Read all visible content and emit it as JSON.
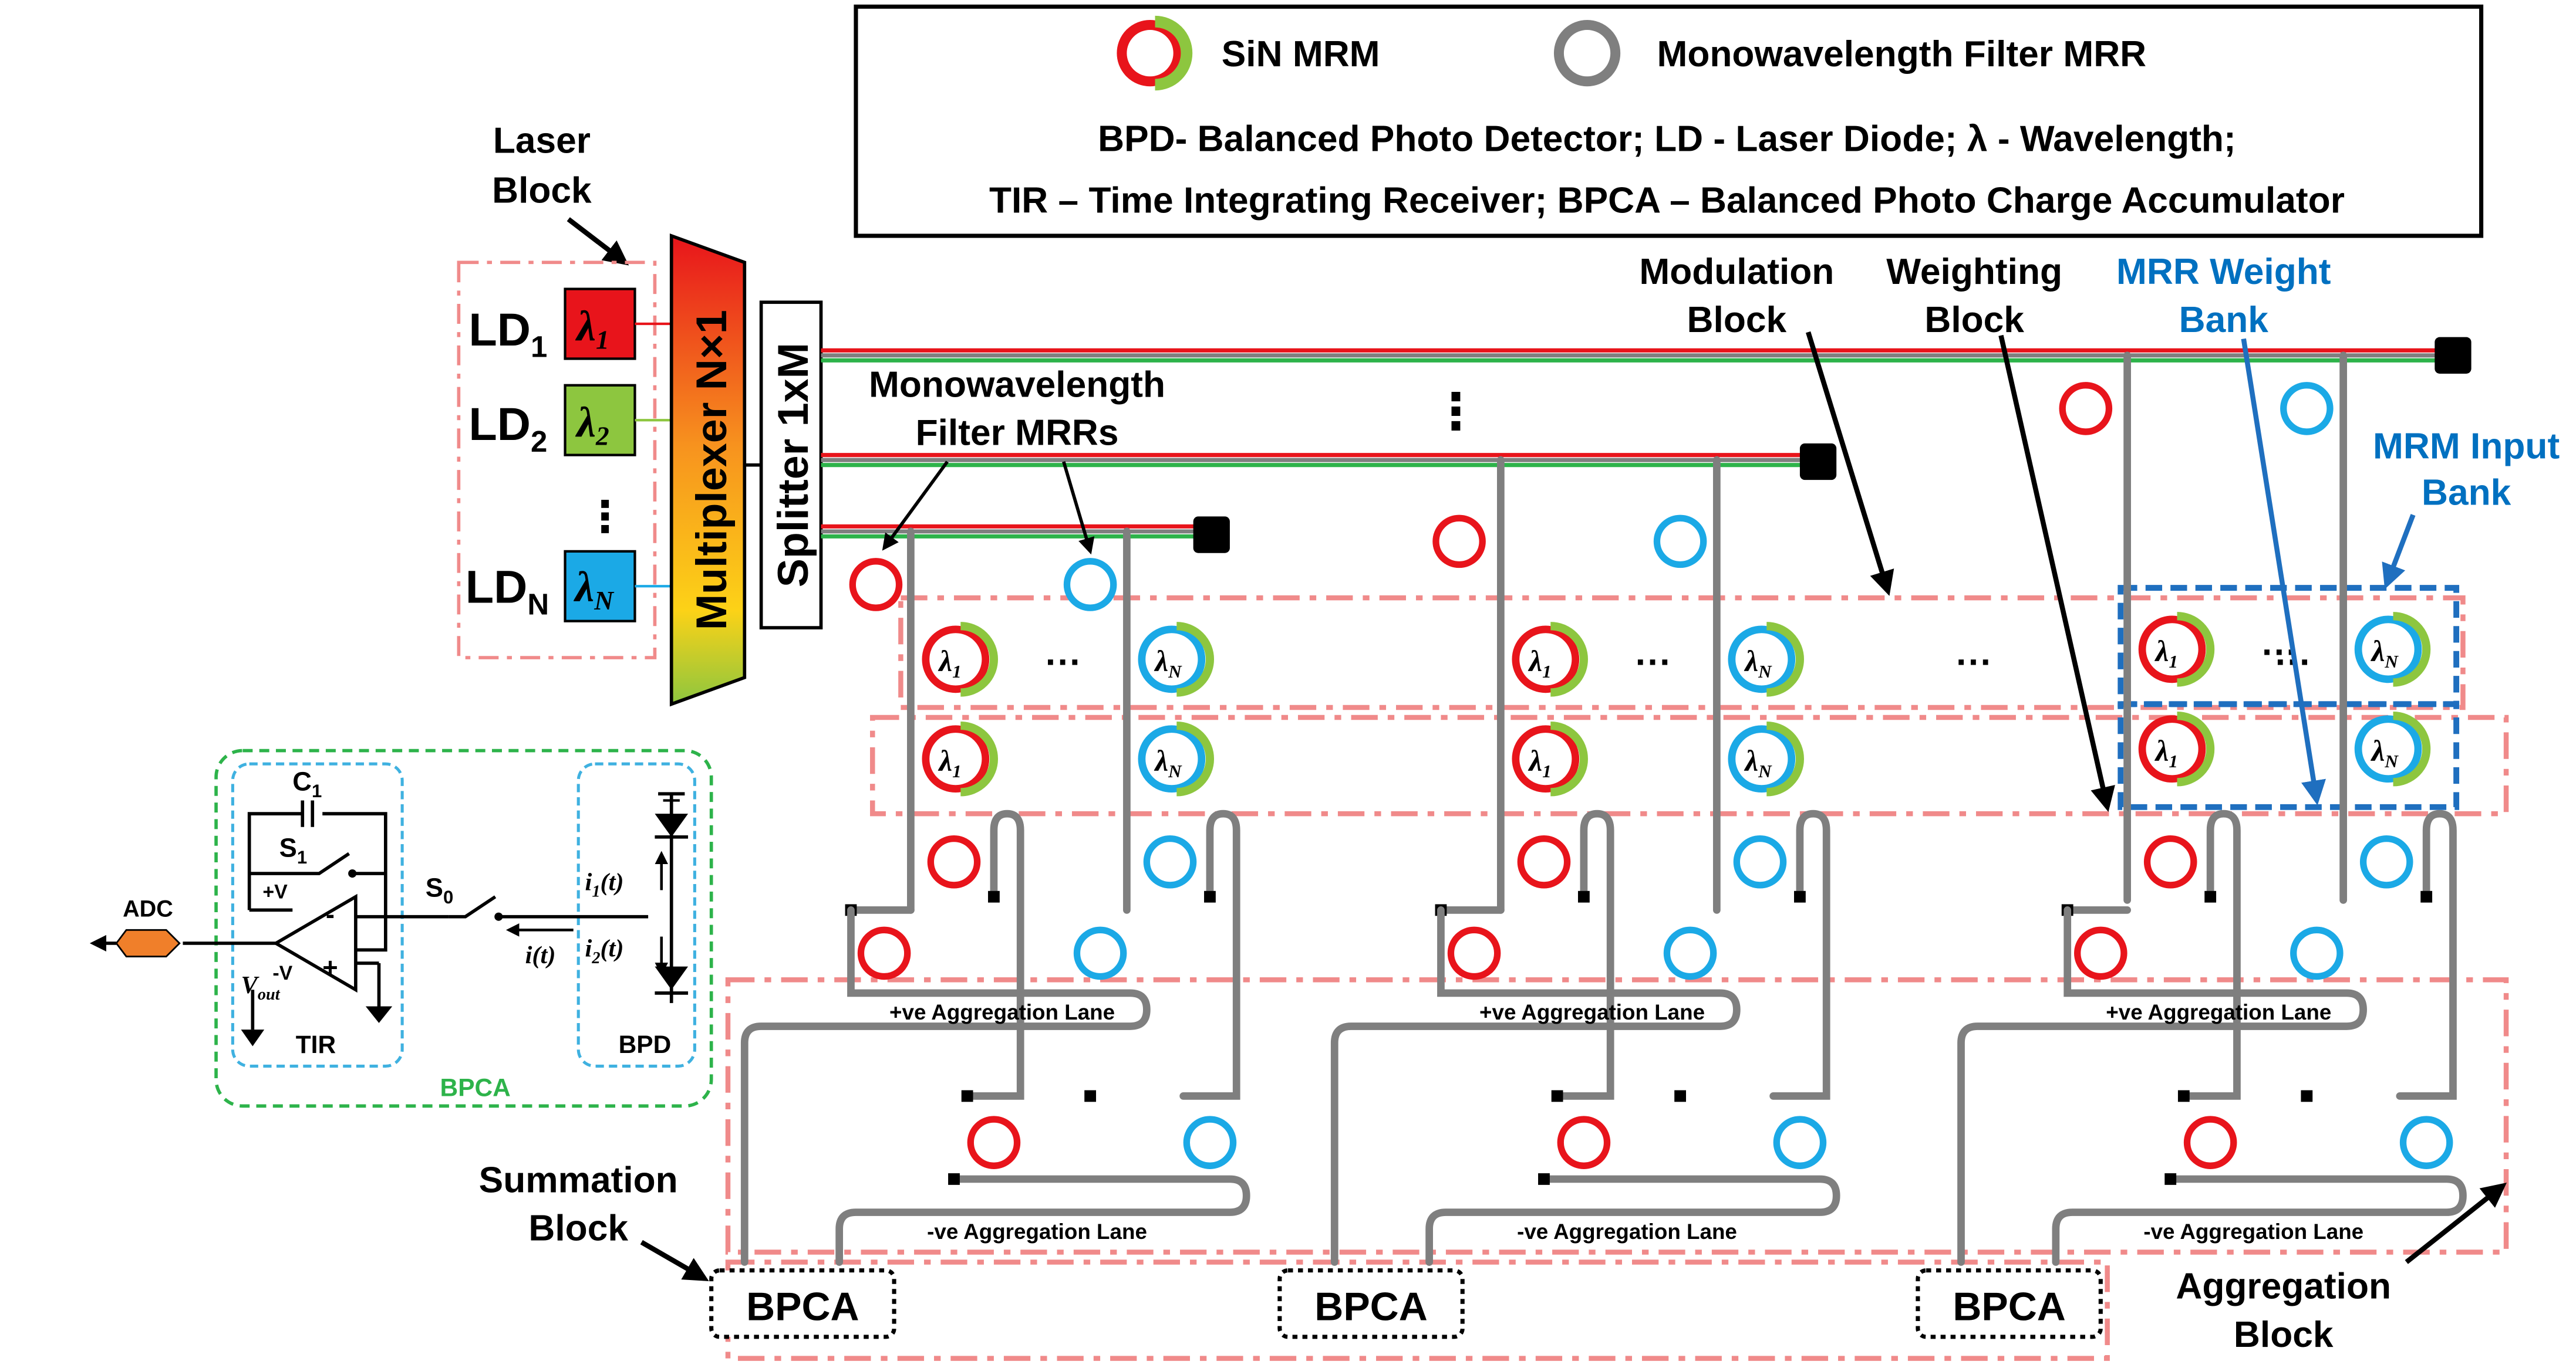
{
  "legend": {
    "mrm": "SiN MRM",
    "filter": "Monowavelength Filter MRR",
    "line1": "BPD- Balanced Photo Detector;  LD - Laser Diode; λ - Wavelength;",
    "line2": "TIR – Time Integrating Receiver; BPCA – Balanced Photo Charge Accumulator"
  },
  "laser": {
    "title_l1": "Laser",
    "title_l2": "Block",
    "ld": "LD",
    "sub1": "1",
    "sub2": "2",
    "subN": "N",
    "lambda": "λ",
    "dots": "⋮"
  },
  "mux": "Multiplexer N×1",
  "splitter": "Splitter 1xM",
  "labels": {
    "filters_l1": "Monowavelength",
    "filters_l2": "Filter MRRs",
    "mod_l1": "Modulation",
    "mod_l2": "Block",
    "weight_l1": "Weighting",
    "weight_l2": "Block",
    "mrrbank_l1": "MRR Weight",
    "mrrbank_l2": "Bank",
    "mrmbank_l1": "MRM Input",
    "mrmbank_l2": "Bank",
    "summation_l1": "Summation",
    "summation_l2": "Block",
    "aggregation_l1": "Aggregation",
    "aggregation_l2": "Block",
    "pos_lane": "+ve Aggregation Lane",
    "neg_lane": "-ve Aggregation Lane",
    "bpca": "BPCA",
    "hdots": "···",
    "vdots": "⋮"
  },
  "circuit": {
    "adc": "ADC",
    "c1": "C",
    "c1_sub": "1",
    "s1": "S",
    "s1_sub": "1",
    "s0": "S",
    "s0_sub": "0",
    "plus_v": "+V",
    "minus_v": "-V",
    "vout": "V",
    "vout_sub": "out",
    "tir": "TIR",
    "bpd": "BPD",
    "bpca": "BPCA",
    "i1": "i",
    "i1_sub": "1",
    "i1_tail": "(t)",
    "i2": "i",
    "i2_sub": "2",
    "i2_tail": "(t)",
    "it": "i(t)",
    "minus": "-",
    "plus": "+"
  },
  "colors": {
    "red": "#e8141b",
    "blue": "#1ba9e6",
    "green": "#8dc63f",
    "pink": "#f08a8a",
    "gray": "#7f7f7f",
    "tir_box": "#3fb1e0",
    "bpca_box": "#2db34a",
    "mrm_bank": "#1f6fbf",
    "label_blue": "#0070c0"
  }
}
